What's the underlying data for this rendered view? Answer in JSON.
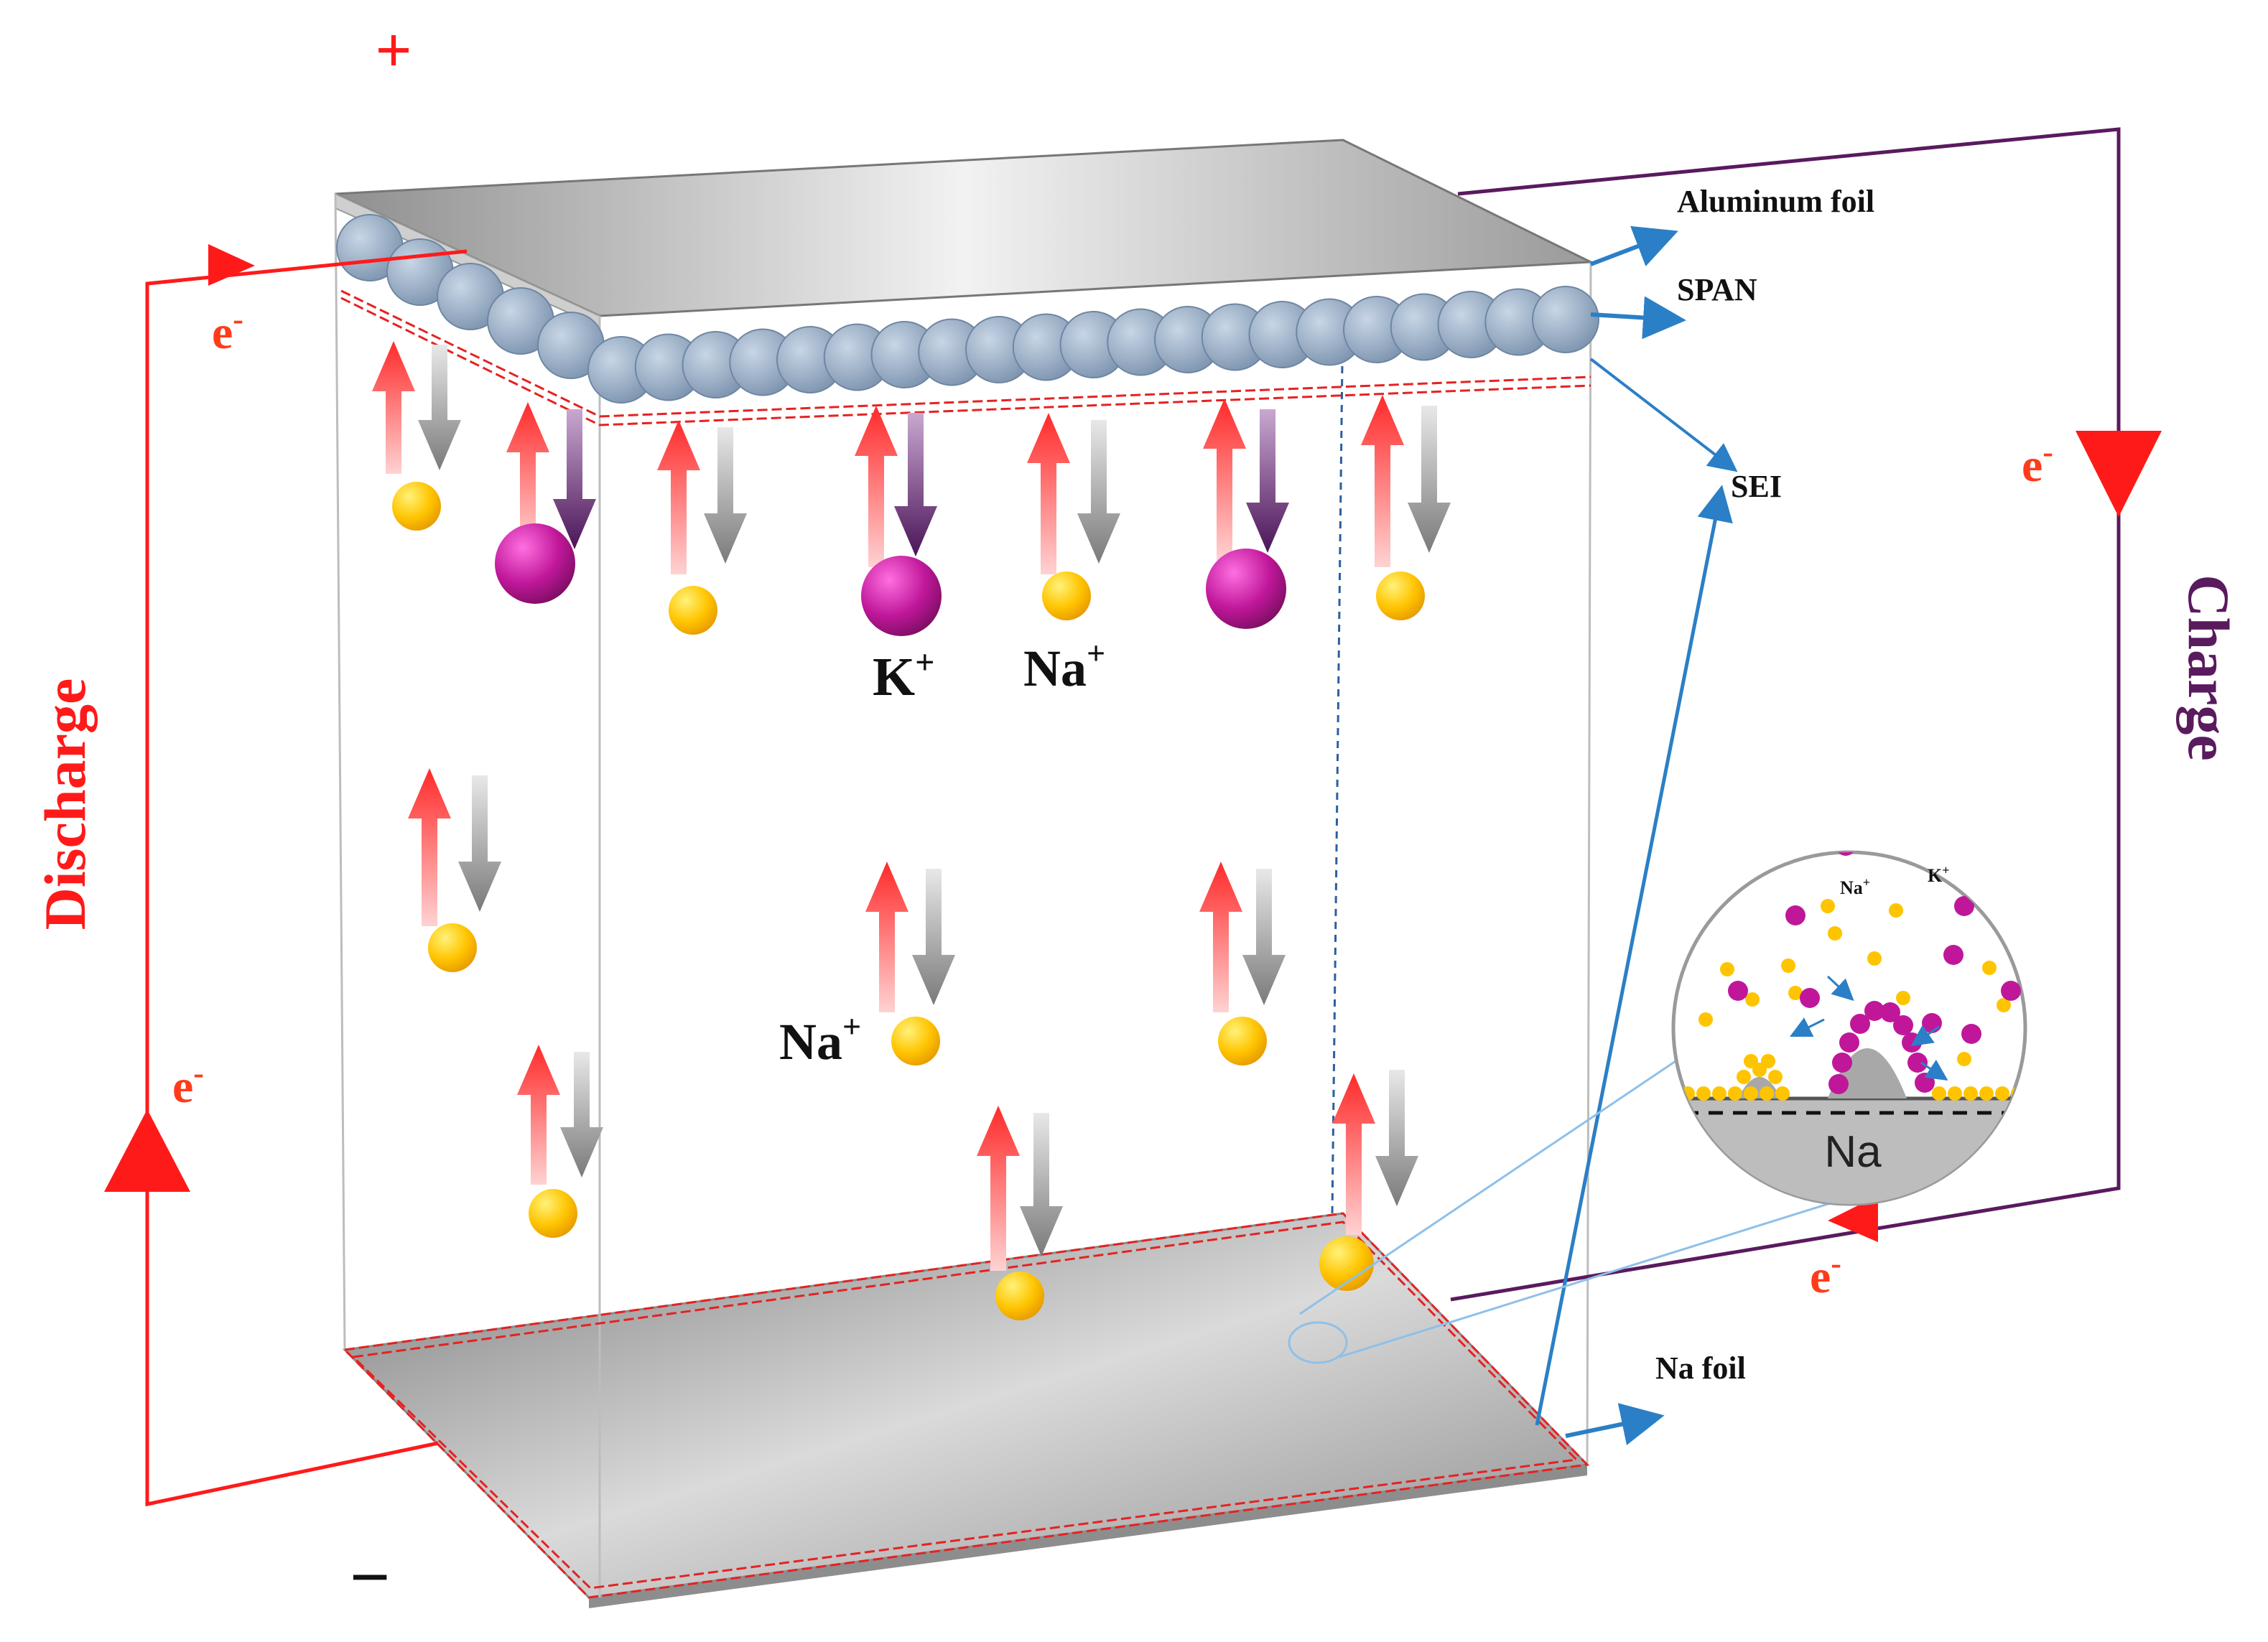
{
  "terminals": {
    "positive": "+",
    "negative": "−"
  },
  "electron": {
    "base": "e",
    "sup": "-"
  },
  "modes": {
    "discharge": "Discharge",
    "charge": "Charge"
  },
  "components": {
    "aluminum_foil": "Aluminum foil",
    "span": "SPAN",
    "sei": "SEI",
    "na_foil": "Na foil"
  },
  "ions": {
    "k": {
      "base": "K",
      "sup": "+"
    },
    "na": {
      "base": "Na",
      "sup": "+"
    }
  },
  "inset": {
    "metal": "Na"
  },
  "colors": {
    "discharge": "#ff1a1a",
    "charge": "#5a1a5e",
    "pointer": "#2b7fc6",
    "sei_line": "#e52222",
    "na_ion": "#ffc400",
    "k_ion": "#c0179a",
    "span_sphere": "#8fa6c0"
  }
}
